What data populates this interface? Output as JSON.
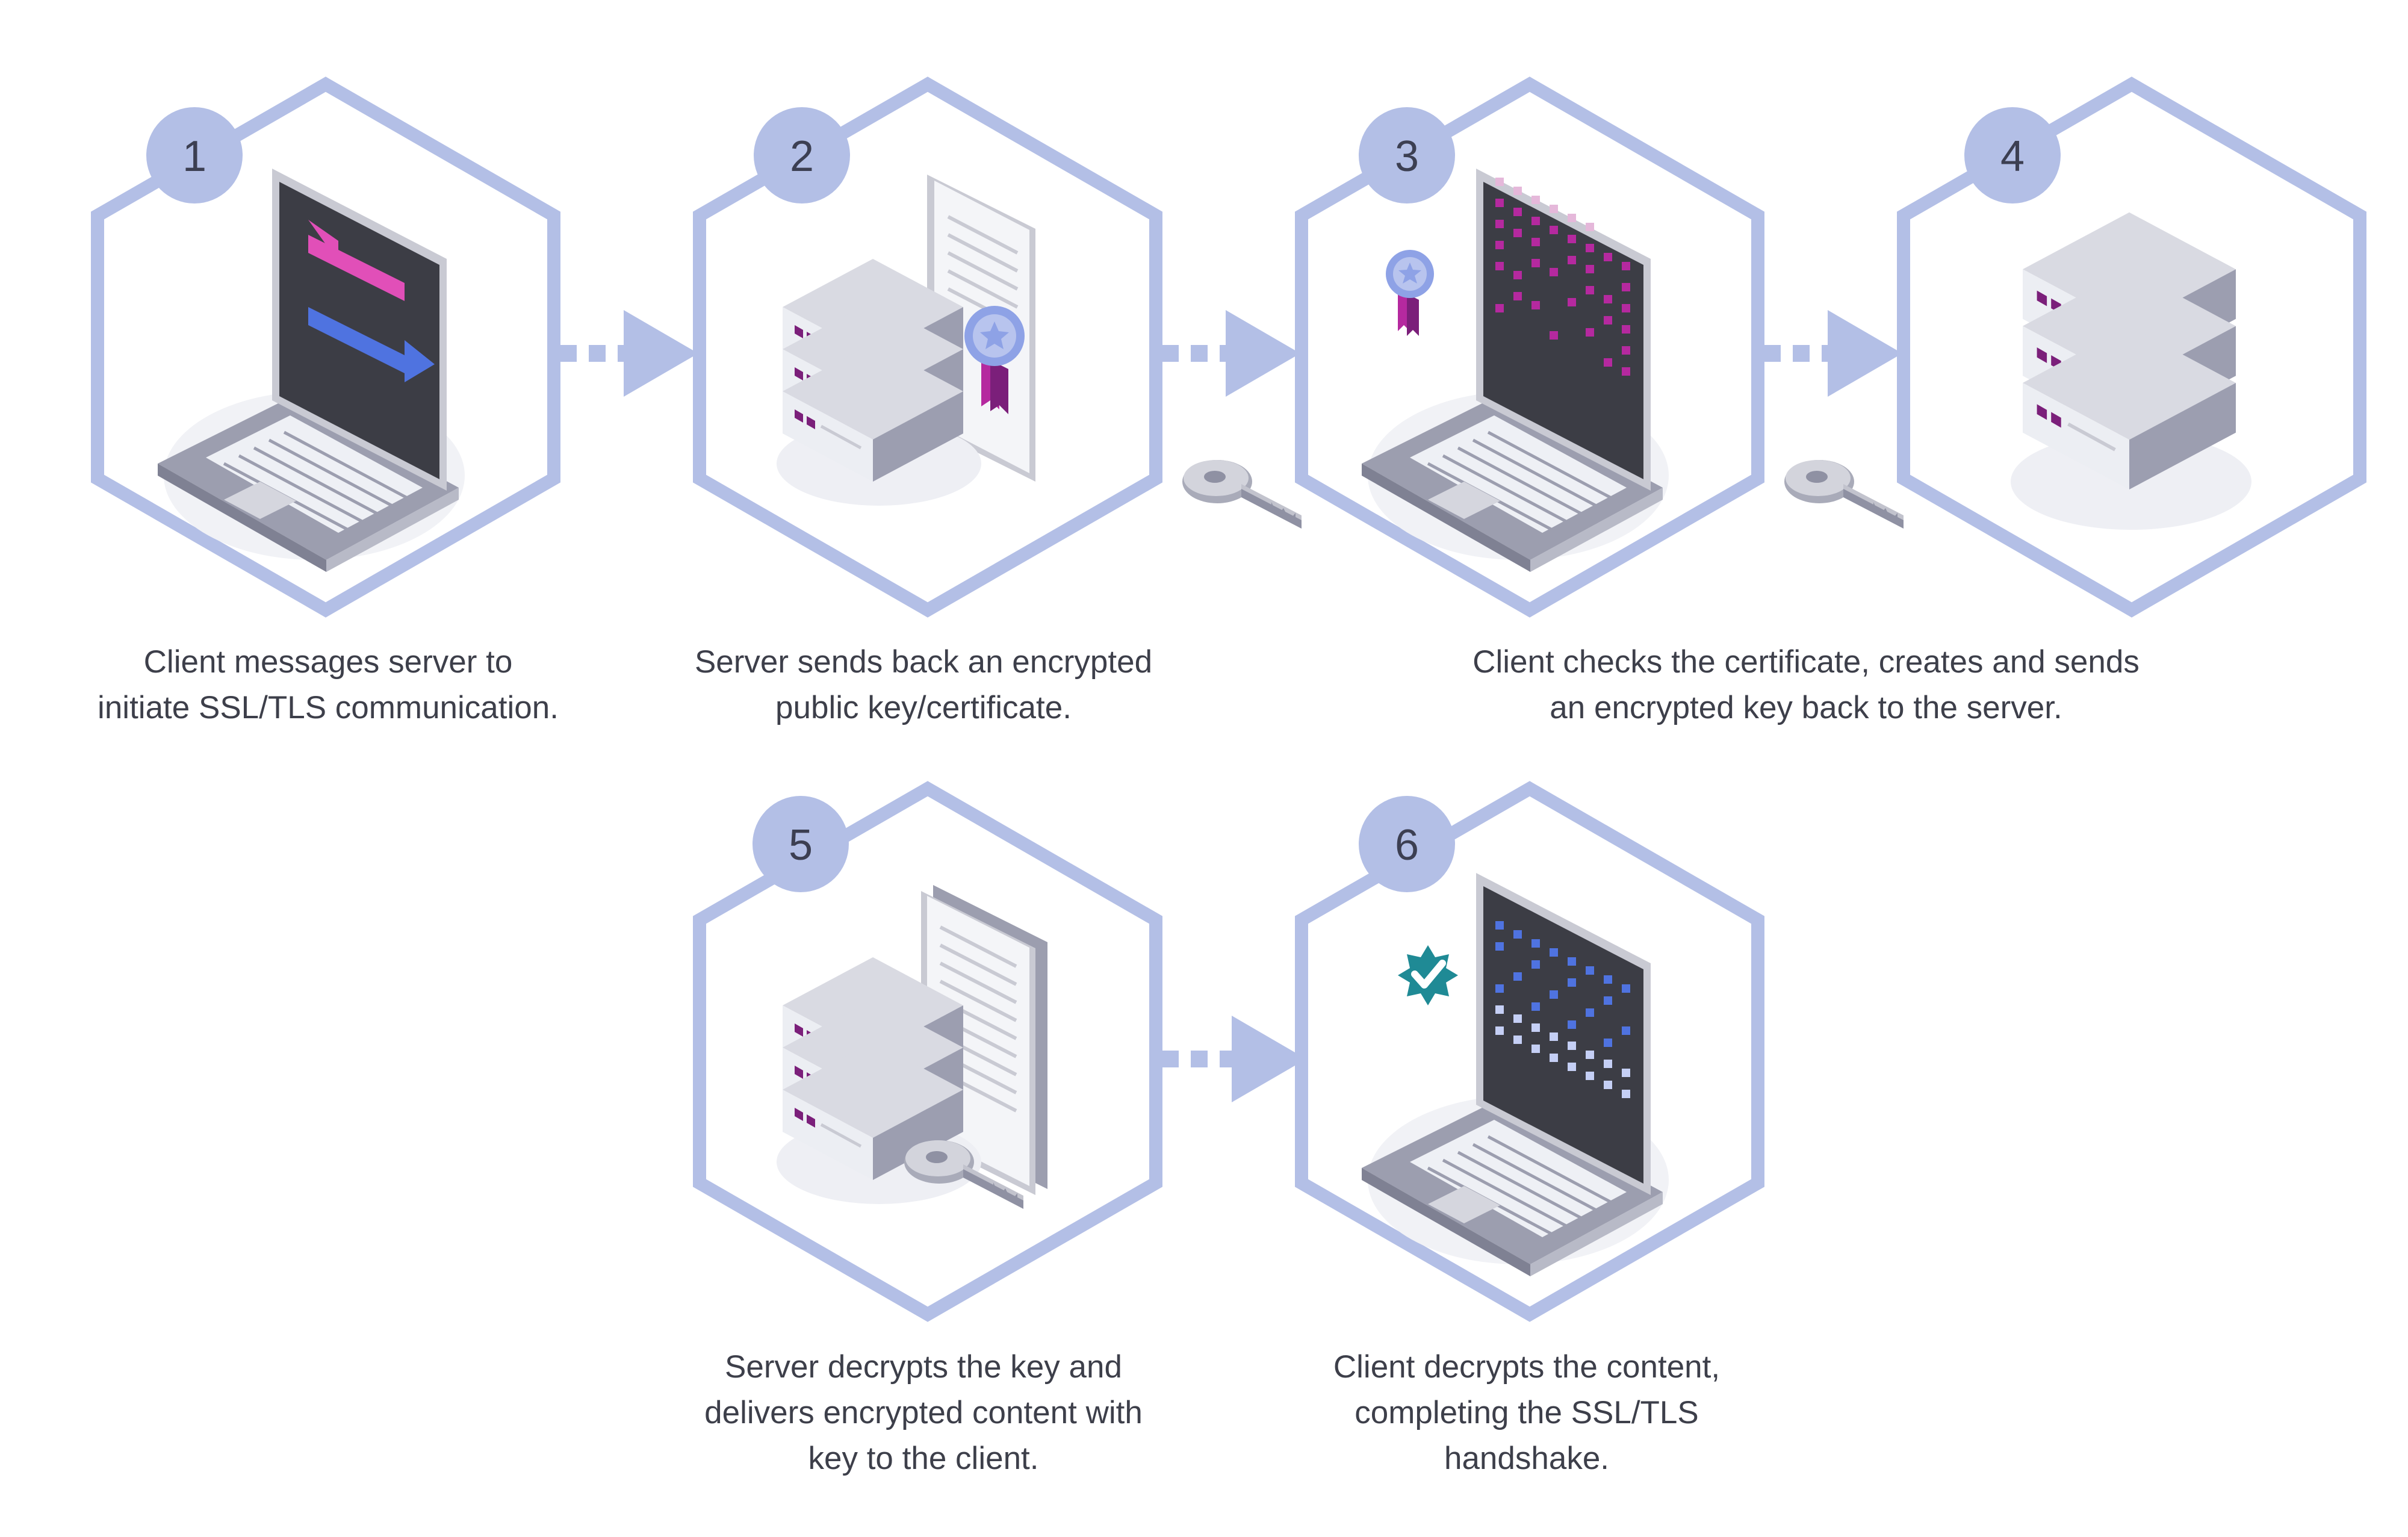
{
  "colors": {
    "hex_stroke": "#b3bfe6",
    "badge": "#b3bfe6",
    "arrow": "#b3bfe6",
    "text": "#3d3f4a",
    "server_light": "#d6d7df",
    "server_mid": "#a9abbb",
    "server_dark": "#8f91a3",
    "screen": "#3c3d45",
    "accent_magenta": "#b5299f",
    "accent_pink": "#e14fb8",
    "accent_blue": "#4f73e0",
    "accent_purple": "#7b1f7a",
    "badge_teal": "#1f8a95"
  },
  "steps": [
    {
      "number": "1",
      "caption": [
        "Client messages server to",
        "initiate SSL/TLS communication."
      ]
    },
    {
      "number": "2",
      "caption": [
        "Server sends back an encrypted",
        "public key/certificate."
      ]
    },
    {
      "number": "3",
      "caption": [
        "Client checks the certificate, creates and sends",
        "an encrypted key back to the server."
      ]
    },
    {
      "number": "4",
      "caption": []
    },
    {
      "number": "5",
      "caption": [
        "Server decrypts the key and",
        "delivers encrypted content with",
        "key to the client."
      ]
    },
    {
      "number": "6",
      "caption": [
        "Client decrypts the content,",
        "completing the SSL/TLS",
        "handshake."
      ]
    }
  ],
  "icons": {
    "step1": "laptop-exchange-arrows-icon",
    "step2": "server-with-certificate-icon",
    "step3": "laptop-encrypted-with-medal-icon",
    "step4": "server-icon",
    "step5": "server-with-documents-icon",
    "step6": "laptop-verified-icon",
    "key": "key-icon",
    "arrow": "dotted-arrow-icon"
  }
}
